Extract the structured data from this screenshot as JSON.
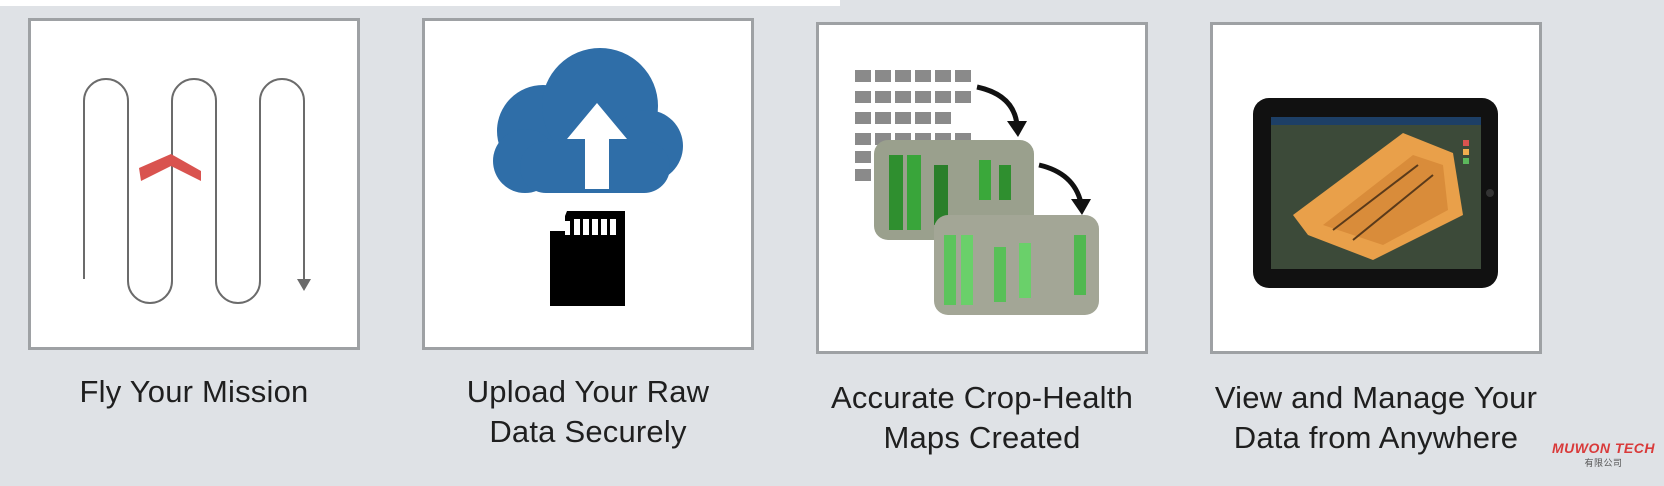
{
  "steps": [
    {
      "caption_line1": "Fly Your Mission",
      "caption_line2": "",
      "icon": "flight-path-icon"
    },
    {
      "caption_line1": "Upload Your Raw",
      "caption_line2": "Data Securely",
      "icon": "cloud-upload-icon"
    },
    {
      "caption_line1": "Accurate Crop-Health",
      "caption_line2": "Maps Created",
      "icon": "crop-map-icon"
    },
    {
      "caption_line1": "View and Manage Your",
      "caption_line2": "Data from Anywhere",
      "icon": "tablet-icon"
    }
  ],
  "watermark": {
    "text": "MUWON TECH",
    "subtext": "有限公司"
  },
  "colors": {
    "path_line": "#6b6b6b",
    "drone_marker": "#d9534f",
    "cloud": "#2f6ea8",
    "sd_card": "#000000",
    "card_border": "#9ea1a4",
    "background": "#dfe2e6"
  }
}
